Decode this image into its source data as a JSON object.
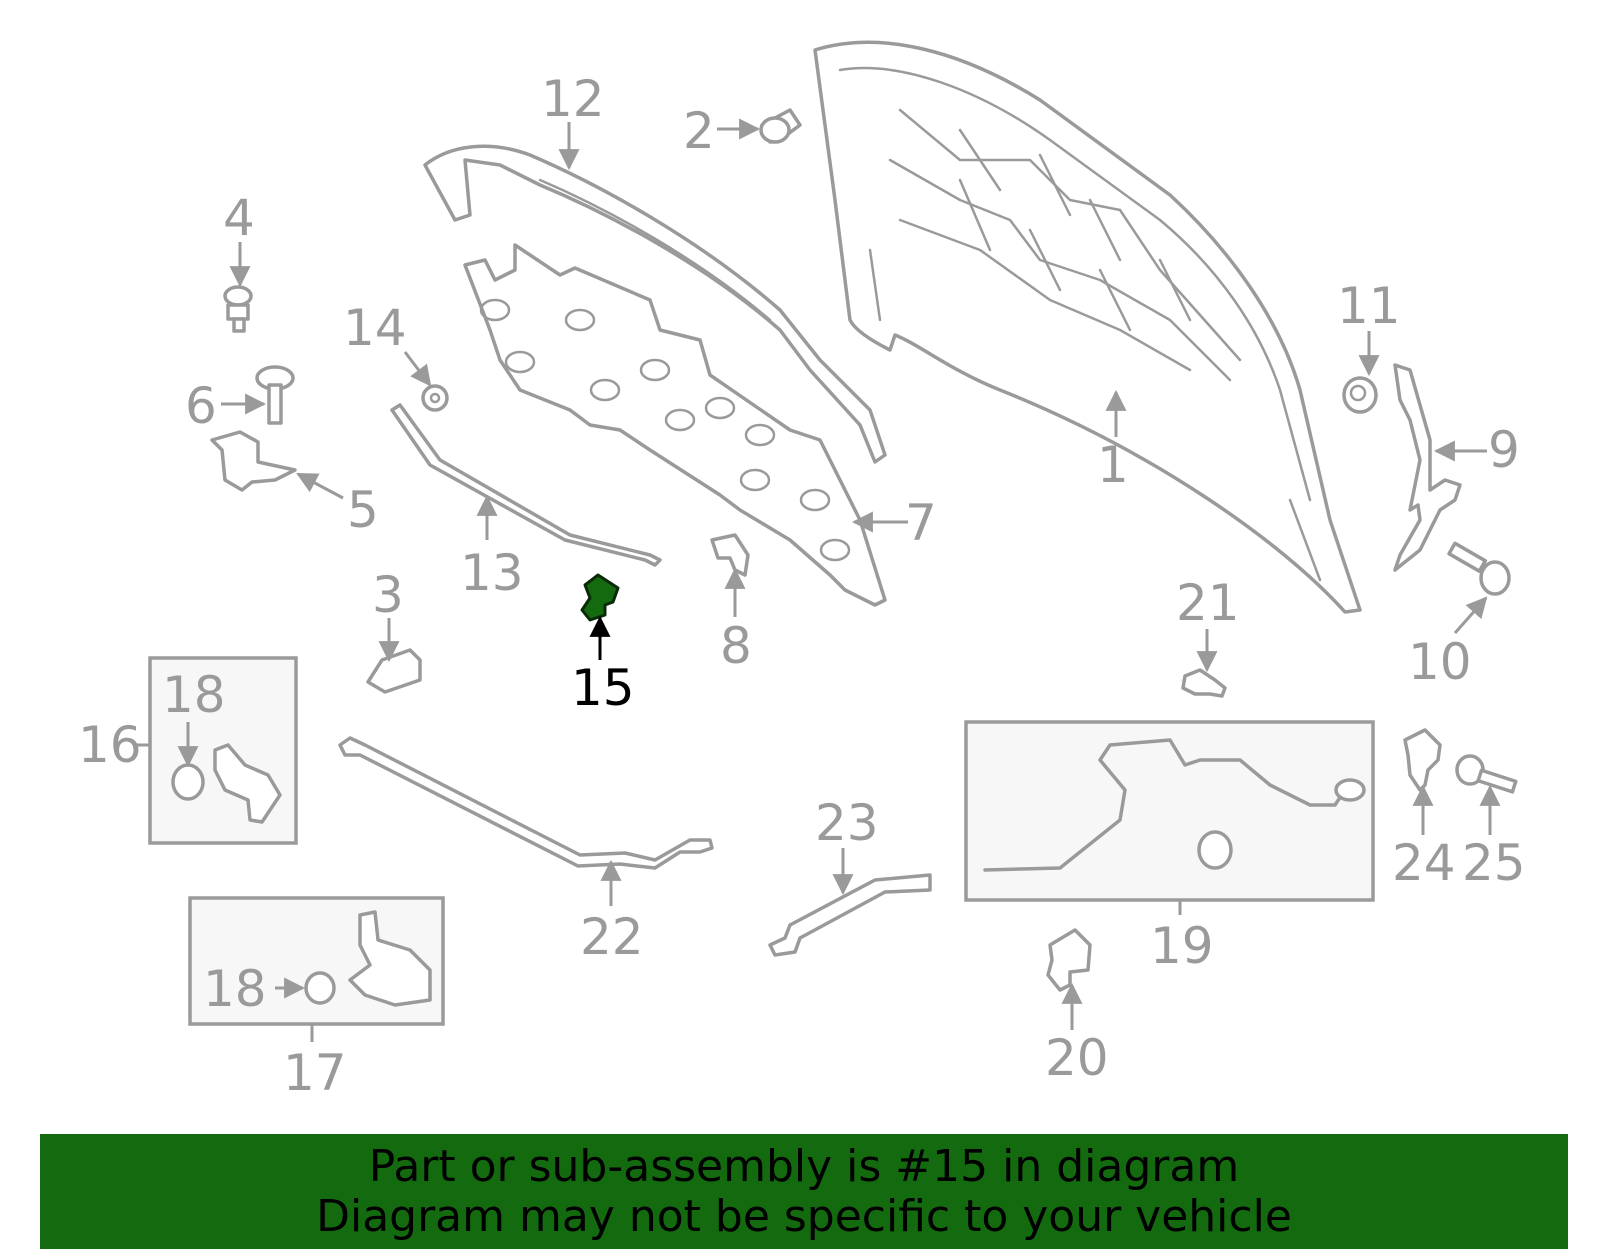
{
  "callouts": {
    "c1": "1",
    "c2": "2",
    "c3": "3",
    "c4": "4",
    "c5": "5",
    "c6": "6",
    "c7": "7",
    "c8": "8",
    "c9": "9",
    "c10": "10",
    "c11": "11",
    "c12": "12",
    "c13": "13",
    "c14": "14",
    "c15": "15",
    "c16": "16",
    "c17": "17",
    "c18a": "18",
    "c18b": "18",
    "c19": "19",
    "c20": "20",
    "c21": "21",
    "c22": "22",
    "c23": "23",
    "c24": "24",
    "c25": "25"
  },
  "highlight": {
    "part": "15",
    "color": "#136a0f"
  },
  "banner": {
    "line1": "Part or sub-assembly is #15 in diagram",
    "line2": "Diagram may not be specific to your vehicle"
  },
  "colors": {
    "line": "#9a9a9a",
    "banner_bg": "#136a0f",
    "text_hl": "#000000"
  }
}
